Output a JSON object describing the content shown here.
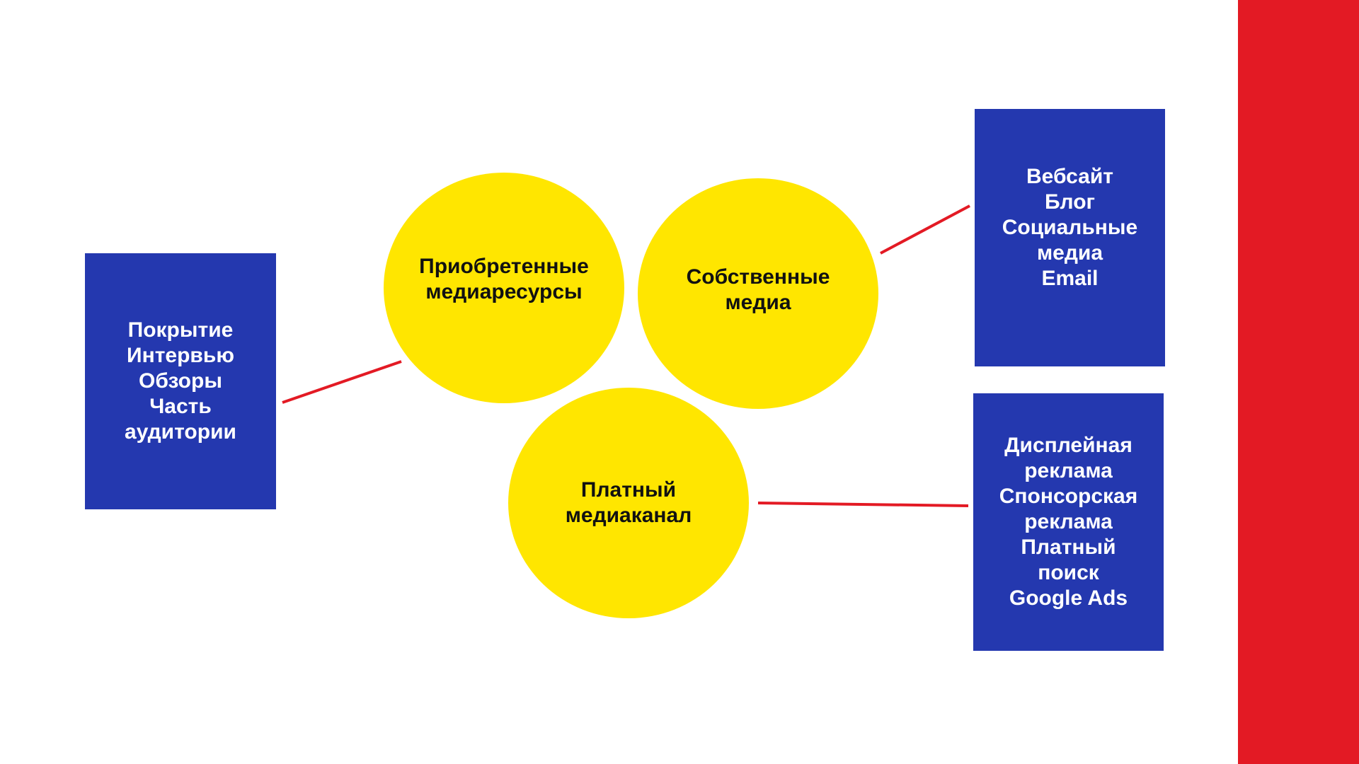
{
  "colors": {
    "box_fill": "#2438AF",
    "circle_fill": "#FFE600",
    "accent_red": "#E31A24",
    "connector": "#E31A24"
  },
  "circles": {
    "earned": {
      "lines": [
        "Приобретенные",
        "медиаресурсы"
      ]
    },
    "owned": {
      "lines": [
        "Собственные",
        "медиа"
      ]
    },
    "paid": {
      "lines": [
        "Платный",
        "медиаканал"
      ]
    }
  },
  "boxes": {
    "earned": {
      "lines": [
        "Покрытие",
        "Интервью",
        "Обзоры",
        "Часть",
        "аудитории"
      ]
    },
    "owned": {
      "lines": [
        "Вебсайт",
        "Блог",
        "Социальные",
        "медиа",
        "Email"
      ]
    },
    "paid": {
      "lines": [
        "Дисплейная",
        "реклама",
        "Спонсорская",
        "реклама",
        "Платный",
        "поиск",
        "Google Ads"
      ]
    }
  }
}
